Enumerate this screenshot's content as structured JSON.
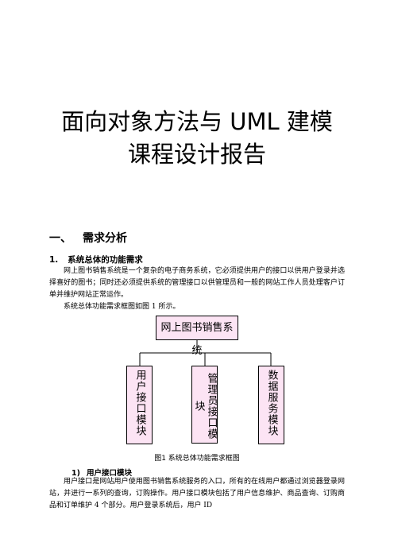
{
  "title_line1": "面向对象方法与 UML 建模",
  "title_line2": "课程设计报告",
  "section1": {
    "number": "一、",
    "title": "需求分析"
  },
  "subsection1": {
    "number": "1.",
    "title": "系统总体的功能需求"
  },
  "para1": "网上图书销售系统是一个复杂的电子商务系统，它必须提供用户的接口以供用户登录并选择喜好的图书；同时还必须提供系统的管理接口以供管理员和一般的网站工作人员处理客户订单并维护网站正常运作。",
  "para2": "系统总体功能需求框图如图 1 所示。",
  "diagram": {
    "root": "网上图书销售系统",
    "children": [
      "用户接口模块",
      "管理员接口模块",
      "数据服务模块"
    ],
    "box_fill": "#fce4f4",
    "caption": "图1  系统总体功能需求框图"
  },
  "subsubsection1": {
    "number": "1)",
    "title": "用户接口模块"
  },
  "para3": "用户接口是网站用户使用图书销售系统服务的入口，所有的在线用户都通过浏览器登录网站，并进行一系列的查询，订购操作。用户接口模块包括了用户信息维护、商品查询、订购商品和订单维护 4 个部分。用户登录系统后，用户 ID"
}
